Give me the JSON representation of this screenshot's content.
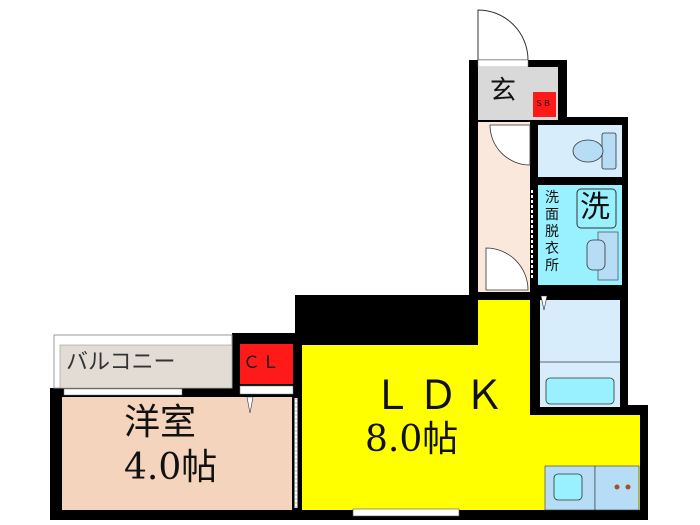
{
  "rooms": {
    "entrance": {
      "label": "玄",
      "color": "#d9d9d9"
    },
    "shoe_box": {
      "label": "ＳＢ",
      "color": "#ff1a1a"
    },
    "washroom": {
      "label_lines": [
        "洗",
        "面",
        "脱",
        "衣",
        "所"
      ],
      "color": "#99f0ff"
    },
    "washer": {
      "label": "洗"
    },
    "balcony": {
      "label": "バルコニー",
      "color": "#e3dcd4"
    },
    "closet": {
      "label": "ＣＬ",
      "color": "#ff1a1a"
    },
    "western_room": {
      "label": "洋室",
      "size": "4.0帖",
      "color": "#f4d4bc"
    },
    "ldk": {
      "label": "ＬＤＫ",
      "size": "8.0帖",
      "color": "#ffff00"
    },
    "corridor": {
      "color": "#fbe8dc"
    },
    "toilet": {
      "color": "#d8edfb"
    },
    "bath": {
      "color": "#d8edfb"
    }
  }
}
